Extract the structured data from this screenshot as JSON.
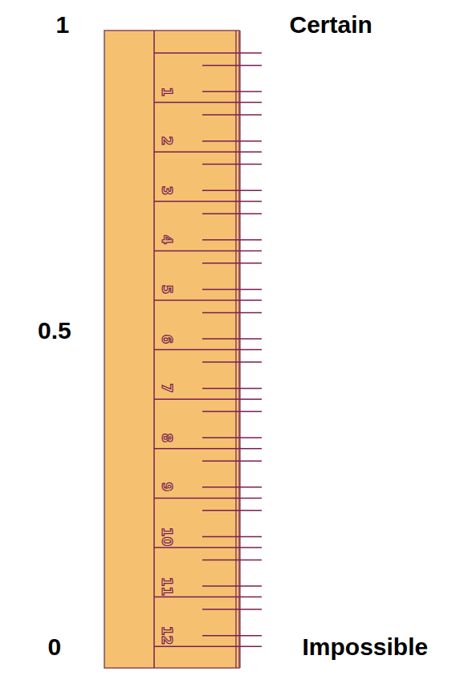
{
  "diagram": {
    "labels": [
      "1",
      "Certain",
      "0.5",
      "0",
      "Impossible",
      "1",
      "2",
      "3",
      "4",
      "5",
      "6",
      "7",
      "8",
      "9",
      "10",
      "11",
      "12"
    ]
  }
}
